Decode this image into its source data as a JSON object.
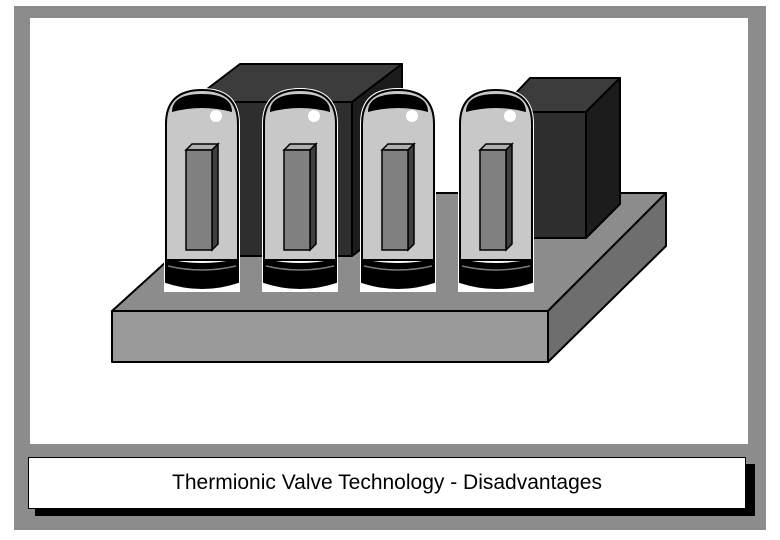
{
  "caption": {
    "text": "Thermionic Valve Technology - Disadvantages"
  },
  "illustration": {
    "subject": "thermionic-valve-circuit-board",
    "valve_count": 4,
    "transformer_count": 2,
    "colors": {
      "frame": "#8c8c8c",
      "chassis_top": "#8c8c8c",
      "chassis_front": "#9a9a9a",
      "chassis_side": "#6e6e6e",
      "transformer_front": "#2e2e2e",
      "transformer_top": "#3c3c3c",
      "transformer_side": "#1c1c1c",
      "valve_glass": "#c8c8c8",
      "valve_base": "#000000",
      "valve_anode": "#808080"
    }
  }
}
